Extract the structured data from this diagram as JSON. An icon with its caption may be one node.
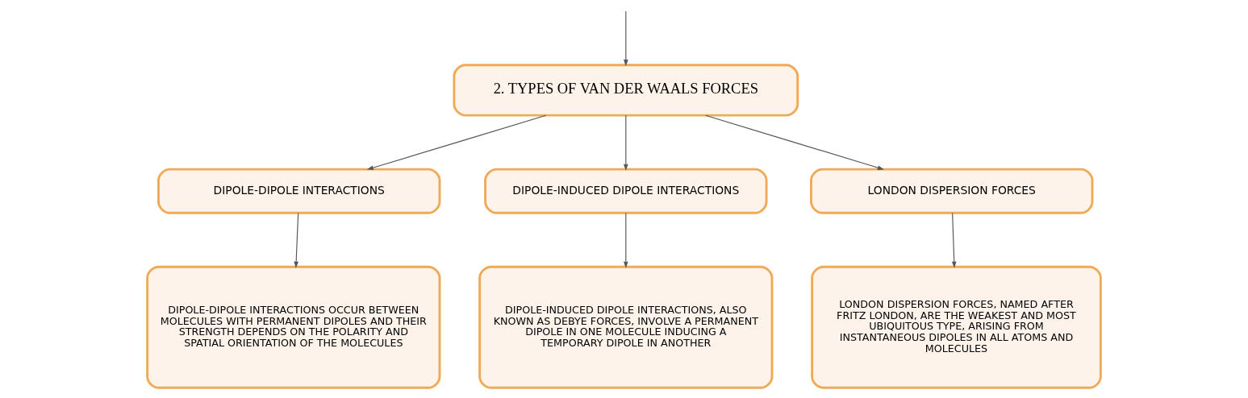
{
  "diagram": {
    "nodes": [
      {
        "text": [
          "2. TYPES OF VAN DER WAALS FORCES"
        ]
      },
      {
        "text": [
          "DIPOLE-DIPOLE INTERACTIONS"
        ]
      },
      {
        "text": [
          "DIPOLE-INDUCED DIPOLE INTERACTIONS"
        ]
      },
      {
        "text": [
          "LONDON DISPERSION FORCES"
        ]
      },
      {
        "text": [
          "DIPOLE-DIPOLE INTERACTIONS OCCUR BETWEEN MOLECULES WITH PERMANENT DIPOLES AND THEIR STRENGTH DEPENDS ON THE POLARITY AND SPATIAL ORIENTATION OF THE MOLECULES"
        ]
      },
      {
        "text": [
          "DIPOLE-INDUCED DIPOLE INTERACTIONS, ALSO KNOWN AS DEBYE FORCES, INVOLVE A PERMANENT DIPOLE IN ONE MOLECULE INDUCING A TEMPORARY DIPOLE IN ANOTHER"
        ]
      },
      {
        "text": [
          "LONDON DISPERSION FORCES, NAMED AFTER FRITZ LONDON, ARE THE WEAKEST AND MOST UBIQUITOUS TYPE, ARISING FROM INSTANTANEOUS DIPOLES IN ALL ATOMS AND MOLECULES"
        ]
      }
    ],
    "edges": [
      {
        "from": null,
        "to": 0,
        "arrow": "to"
      },
      {
        "from": 0,
        "to": 1,
        "arrow": "to"
      },
      {
        "from": 0,
        "to": 2,
        "arrow": "to"
      },
      {
        "from": 0,
        "to": 3,
        "arrow": "to"
      },
      {
        "from": 1,
        "to": 4,
        "arrow": "to"
      },
      {
        "from": 2,
        "to": 5,
        "arrow": "to"
      },
      {
        "from": 3,
        "to": 6,
        "arrow": "to"
      }
    ]
  }
}
